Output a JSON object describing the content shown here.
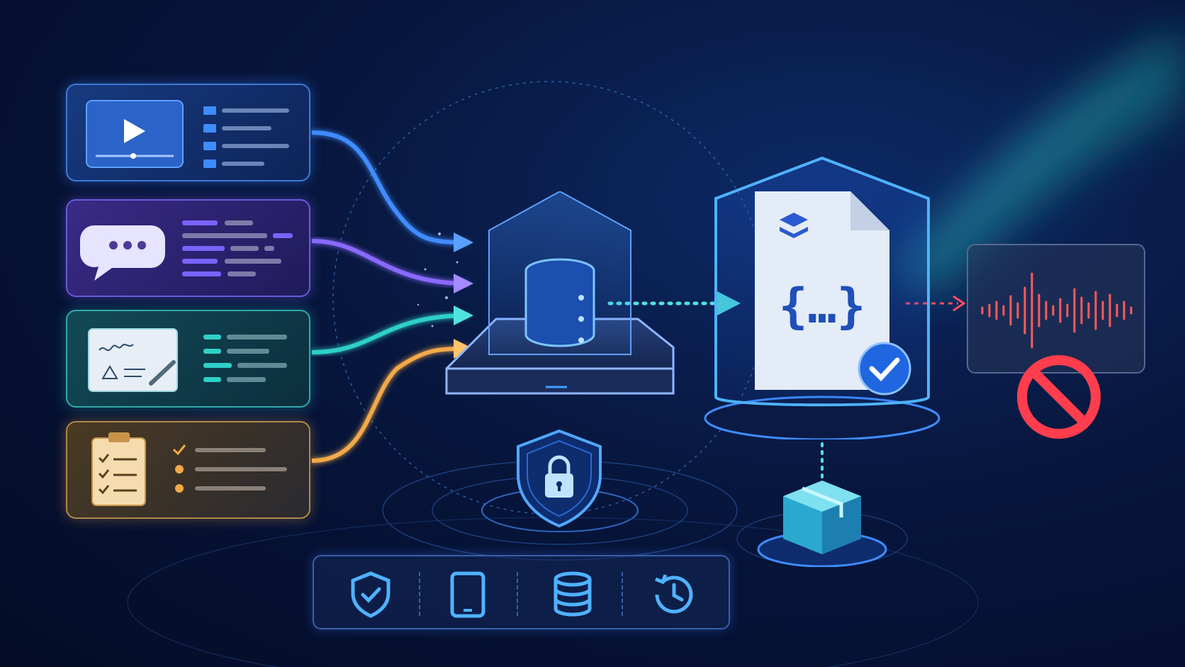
{
  "colors": {
    "video": "#3f8cff",
    "chat": "#8a6bff",
    "signature": "#2fd0c8",
    "checklist": "#f2a94a",
    "flow": "#4fe3e0",
    "blocked": "#ff4d5e",
    "accent": "#3fa0ff"
  },
  "sources": [
    {
      "name": "video",
      "icon": "video-player-icon"
    },
    {
      "name": "chat",
      "icon": "chat-bubble-icon"
    },
    {
      "name": "signature",
      "icon": "signed-document-icon"
    },
    {
      "name": "checklist",
      "icon": "clipboard-checklist-icon"
    }
  ],
  "hub": {
    "icon": "database-on-tablet-icon",
    "security_icon": "shield-lock-icon"
  },
  "output": {
    "icon": "json-document-icon",
    "badge_icon": "check-badge-icon",
    "package_icon": "package-box-icon"
  },
  "blocked": {
    "icon": "audio-waveform-icon",
    "status_icon": "prohibited-icon"
  },
  "toolbar": {
    "items": [
      "shield-check-icon",
      "tablet-icon",
      "database-icon",
      "history-icon"
    ]
  }
}
